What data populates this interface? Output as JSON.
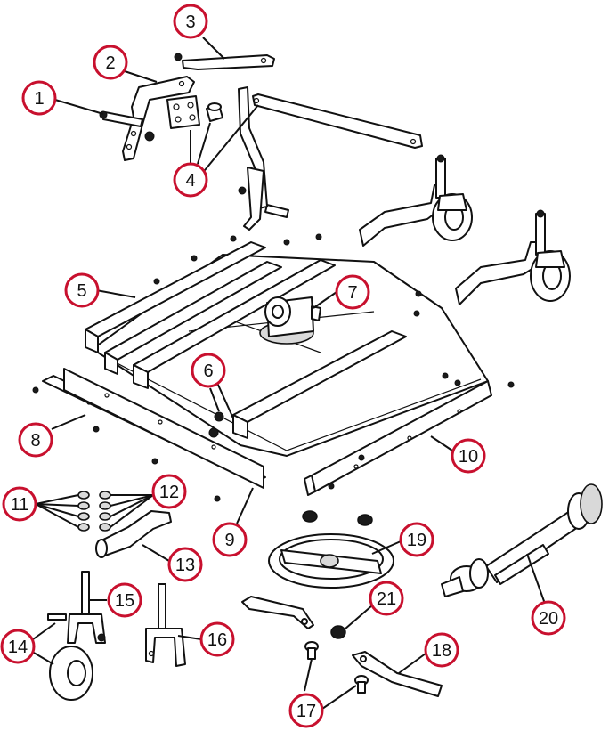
{
  "callouts": [
    {
      "id": "c1",
      "label": "1"
    },
    {
      "id": "c2",
      "label": "2"
    },
    {
      "id": "c3",
      "label": "3"
    },
    {
      "id": "c4",
      "label": "4"
    },
    {
      "id": "c5",
      "label": "5"
    },
    {
      "id": "c6",
      "label": "6"
    },
    {
      "id": "c7",
      "label": "7"
    },
    {
      "id": "c8",
      "label": "8"
    },
    {
      "id": "c9",
      "label": "9"
    },
    {
      "id": "c10",
      "label": "10"
    },
    {
      "id": "c11",
      "label": "11"
    },
    {
      "id": "c12",
      "label": "12"
    },
    {
      "id": "c13",
      "label": "13"
    },
    {
      "id": "c14",
      "label": "14"
    },
    {
      "id": "c15",
      "label": "15"
    },
    {
      "id": "c16",
      "label": "16"
    },
    {
      "id": "c17",
      "label": "17"
    },
    {
      "id": "c18",
      "label": "18"
    },
    {
      "id": "c19",
      "label": "19"
    },
    {
      "id": "c20",
      "label": "20"
    },
    {
      "id": "c21",
      "label": "21"
    }
  ],
  "colors": {
    "callout_ring": "#c8102e",
    "line_art": "#111111",
    "background": "#ffffff"
  }
}
